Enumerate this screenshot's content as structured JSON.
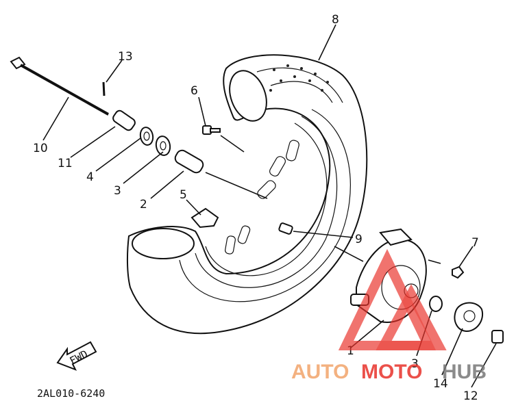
{
  "diagram": {
    "callouts": [
      "1",
      "2",
      "3",
      "4",
      "5",
      "6",
      "7",
      "8",
      "9",
      "10",
      "11",
      "12",
      "13",
      "14"
    ],
    "second_callout_3": "3",
    "direction_label": "FWD",
    "drawing_code": "2AL010-6240"
  },
  "watermark": {
    "text_part1": "AUTO",
    "text_part2": "MOTO",
    "text_part3": "HUB",
    "color_primary": "#e8322b",
    "color_secondary": "#f2a46a",
    "color_tertiary": "#777777"
  }
}
